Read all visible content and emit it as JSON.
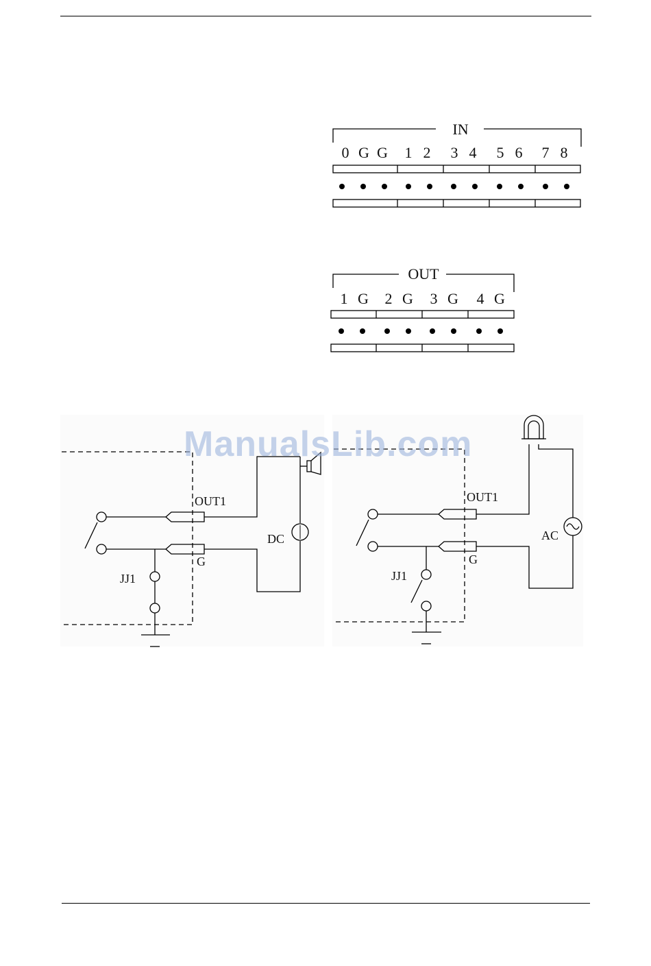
{
  "header": {},
  "in_connector": {
    "title": "IN",
    "pins": [
      "0",
      "G",
      "G",
      "1",
      "2",
      "3",
      "4",
      "5",
      "6",
      "7",
      "8"
    ]
  },
  "out_connector": {
    "title": "OUT",
    "pins": [
      "1",
      "G",
      "2",
      "G",
      "3",
      "G",
      "4",
      "G"
    ]
  },
  "left_circuit": {
    "out_label": "OUT1",
    "ground_label": "G",
    "switch_label": "JJ1",
    "source_label": "DC"
  },
  "right_circuit": {
    "out_label": "OUT1",
    "ground_label": "G",
    "switch_label": "JJ1",
    "source_label": "AC"
  },
  "watermark": {
    "text": "ManualsLib.com"
  }
}
